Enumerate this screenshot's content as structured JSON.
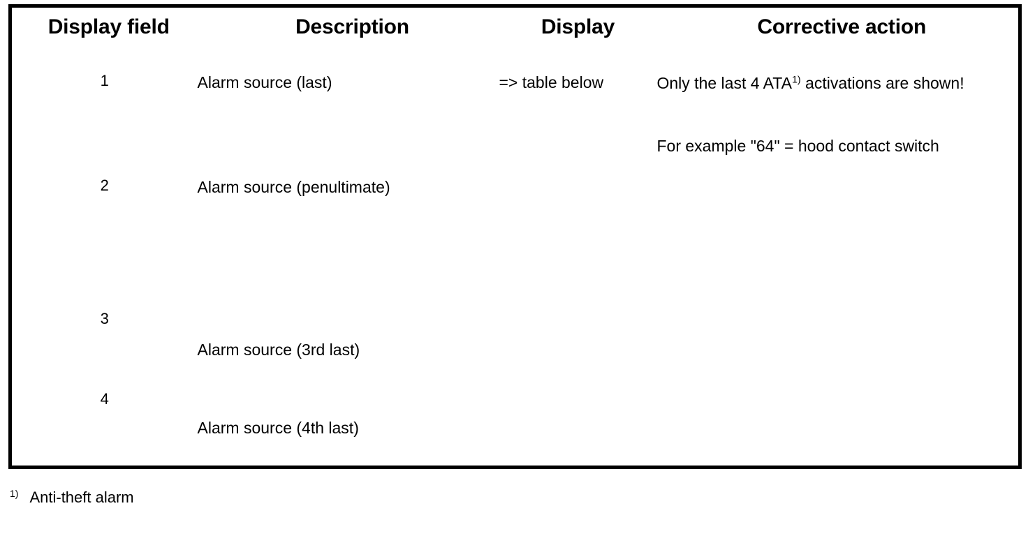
{
  "table": {
    "headers": [
      "Display field",
      "Description",
      "Display",
      "Corrective action"
    ],
    "rows": [
      {
        "display_field": "1",
        "description": "Alarm source (last)"
      },
      {
        "display_field": "2",
        "description": "Alarm source (penultimate)"
      },
      {
        "display_field": "3",
        "description": "Alarm source (3rd last)"
      },
      {
        "display_field": "4",
        "description": "Alarm source (4th last)"
      }
    ],
    "display_value": "=> table below",
    "corrective_action": {
      "line1_before_sup": "Only the last 4 ATA",
      "line1_sup": "1)",
      "line1_after_sup": " activations are shown!",
      "line2": "For example \"64\" = hood contact switch"
    }
  },
  "footnote": {
    "marker": "1)",
    "text": "Anti-theft alarm"
  },
  "colors": {
    "ink": "#000000",
    "paper": "#ffffff"
  }
}
